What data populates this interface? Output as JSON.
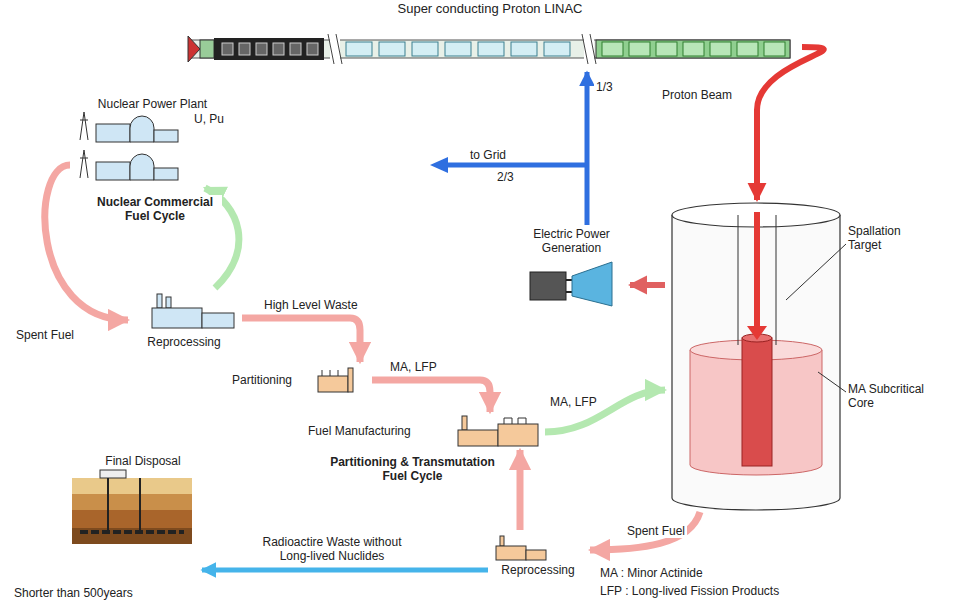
{
  "diagram": {
    "nodes": [
      {
        "text": [
          "Super conducting Proton LINAC"
        ]
      },
      {
        "text": [
          "Nuclear Power Plant"
        ]
      },
      {
        "text": [
          "Reprocessing"
        ]
      },
      {
        "text": [
          "Partitioning"
        ]
      },
      {
        "text": [
          "Fuel Manufacturing"
        ]
      },
      {
        "text": [
          "Spallation Target",
          "MA Subcritical Core"
        ]
      },
      {
        "text": [
          "Electric Power Generation"
        ]
      },
      {
        "text": [
          "Reprocessing"
        ]
      },
      {
        "text": [
          "Final Disposal",
          "Shorter than 500years"
        ]
      }
    ],
    "edges": [
      {
        "from": 0,
        "to": 5,
        "arrow": "to",
        "label": "Proton Beam"
      },
      {
        "from": 5,
        "to": 6,
        "arrow": "to"
      },
      {
        "from": 6,
        "to": 0,
        "arrow": "to",
        "label": "1/3"
      },
      {
        "from": 1,
        "to": 2,
        "arrow": "to",
        "label": "Spent Fuel"
      },
      {
        "from": 2,
        "to": 1,
        "arrow": "to"
      },
      {
        "from": 2,
        "to": 3,
        "arrow": "to",
        "label": "High Level Waste"
      },
      {
        "from": 3,
        "to": 4,
        "arrow": "to",
        "label": "MA, LFP"
      },
      {
        "from": 4,
        "to": 5,
        "arrow": "to",
        "label": "MA, LFP"
      },
      {
        "from": 5,
        "to": 7,
        "arrow": "to",
        "label": "Spent Fuel"
      },
      {
        "from": 7,
        "to": 4,
        "arrow": "to"
      },
      {
        "from": 7,
        "to": 8,
        "arrow": "to",
        "label": "Radioactire Waste without Long-lived Nuclides"
      }
    ],
    "labels": [
      "Nuclear Commercial Fuel Cycle",
      "U, Pu",
      "to Grid",
      "2/3",
      "Partitioning & Transmutation Fuel Cycle",
      "MA : Minor Actinide",
      "LFP : Long-lived Fission Products"
    ]
  }
}
